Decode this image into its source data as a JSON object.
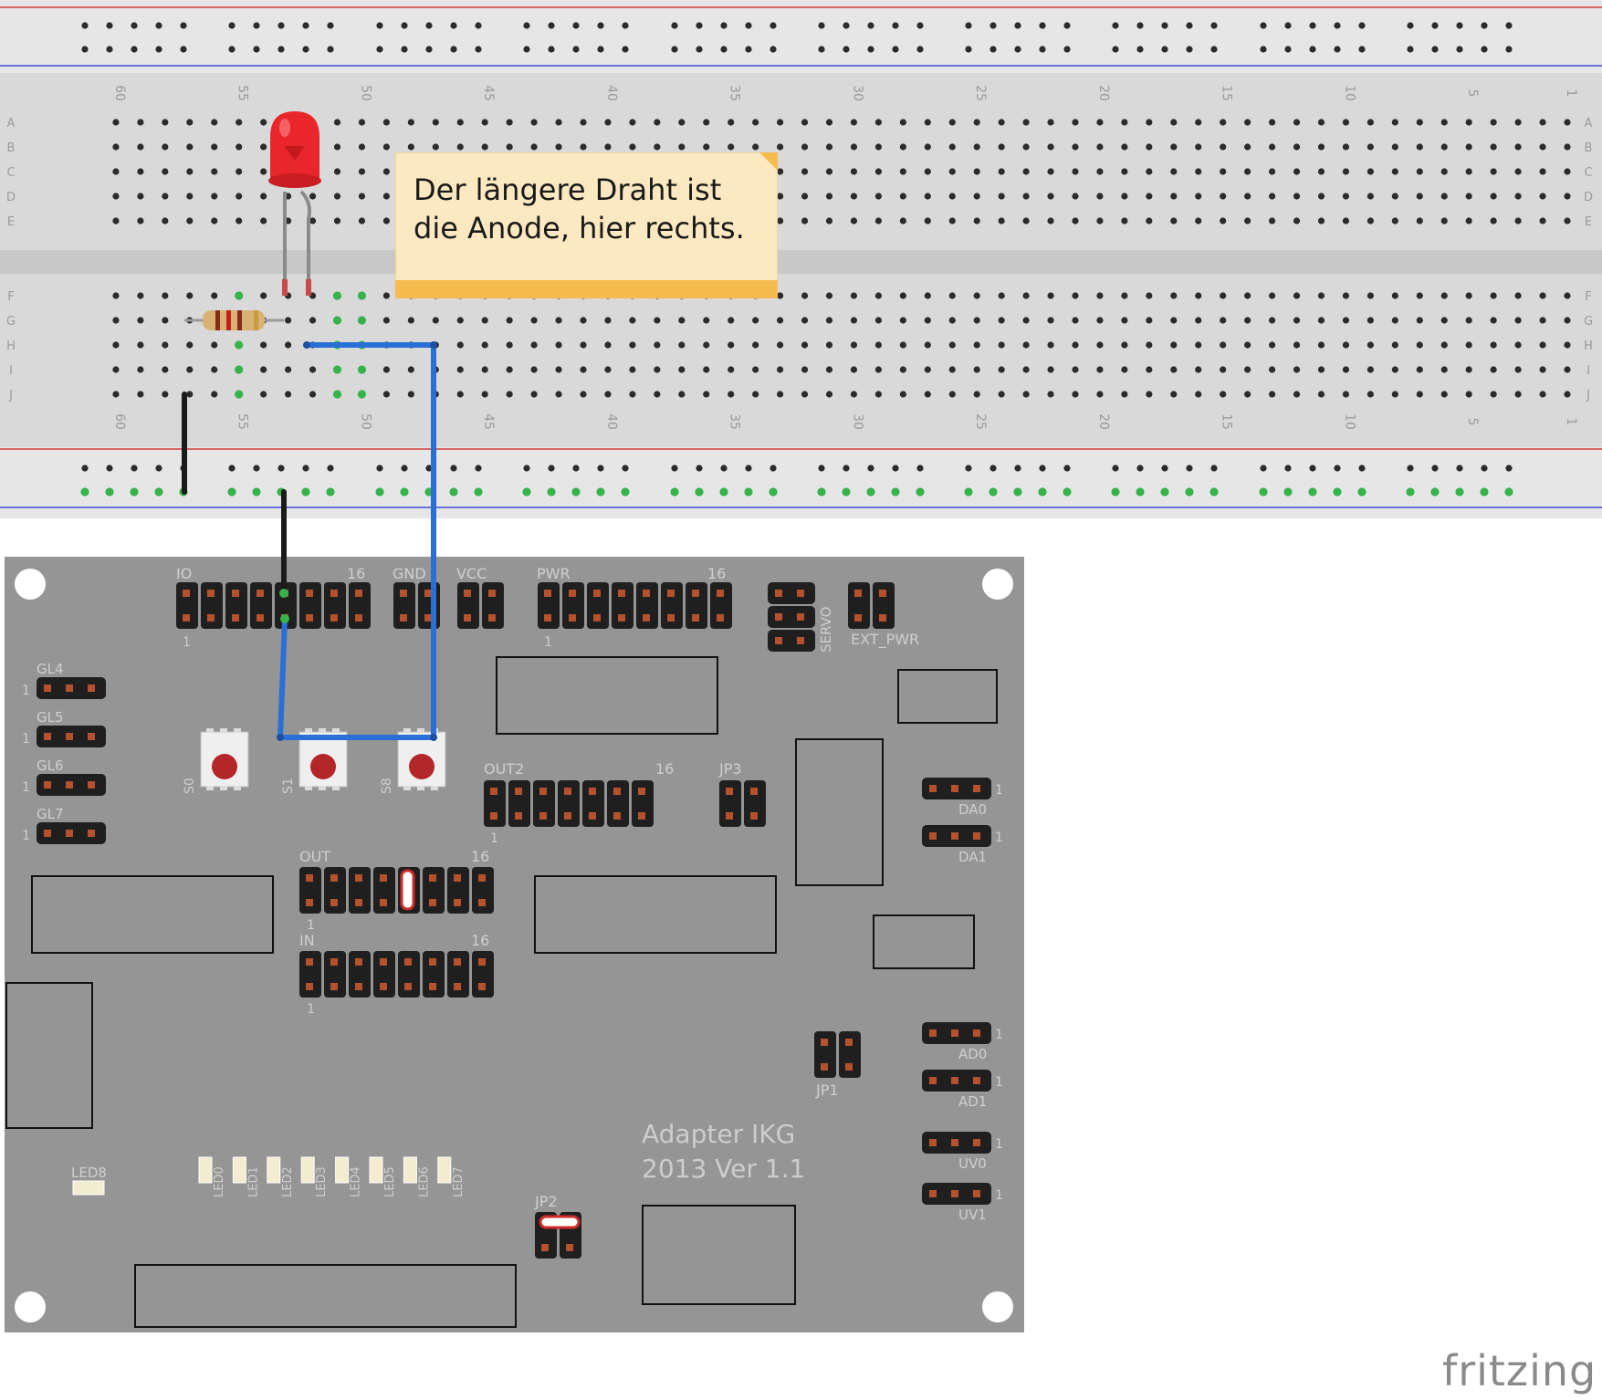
{
  "breadboard": {
    "columns": 60,
    "column_ticks": [
      "60",
      "55",
      "50",
      "45",
      "40",
      "35",
      "30",
      "25",
      "20",
      "15",
      "10",
      "5",
      "1"
    ],
    "rows_top": [
      "A",
      "B",
      "C",
      "D",
      "E"
    ],
    "rows_bottom": [
      "F",
      "G",
      "H",
      "I",
      "J"
    ]
  },
  "note": {
    "text": "Der längere Draht ist\ndie Anode, hier rechts."
  },
  "board": {
    "title_line1": "Adapter IKG",
    "title_line2": "2013 Ver 1.1",
    "header_labels": {
      "io": "IO",
      "io_16": "16",
      "io_1": "1",
      "gnd": "GND",
      "vcc": "VCC",
      "pwr": "PWR",
      "pwr_16": "16",
      "pwr_1": "1",
      "servo": "SERVO",
      "ext_pwr": "EXT_PWR",
      "out2": "OUT2",
      "out2_16": "16",
      "out2_1": "1",
      "jp3": "JP3",
      "out": "OUT",
      "out_16": "16",
      "out_1": "1",
      "in": "IN",
      "in_16": "16",
      "in_1": "1",
      "jp1": "JP1",
      "jp2": "JP2",
      "da0": "DA0",
      "da1": "DA1",
      "ad0": "AD0",
      "ad1": "AD1",
      "uv0": "UV0",
      "uv1": "UV1",
      "one": "1"
    },
    "gl_labels": [
      "GL4",
      "GL5",
      "GL6",
      "GL7"
    ],
    "button_labels": [
      "S0",
      "S1",
      "S8"
    ],
    "led_labels": [
      "LED0",
      "LED1",
      "LED2",
      "LED3",
      "LED4",
      "LED5",
      "LED6",
      "LED7"
    ],
    "led8": "LED8"
  },
  "logo": "fritzing",
  "colors": {
    "breadboard": "#d9d9d9",
    "breadboard_bus": "#e6e6e6",
    "board": "#959595",
    "wire_blue": "#2a6fd6",
    "wire_black": "#1a1a1a",
    "led_red": "#e8262b",
    "rail_red": "#d33b3b",
    "rail_blue": "#3b4fd3",
    "hole_active": "#36b34a"
  }
}
